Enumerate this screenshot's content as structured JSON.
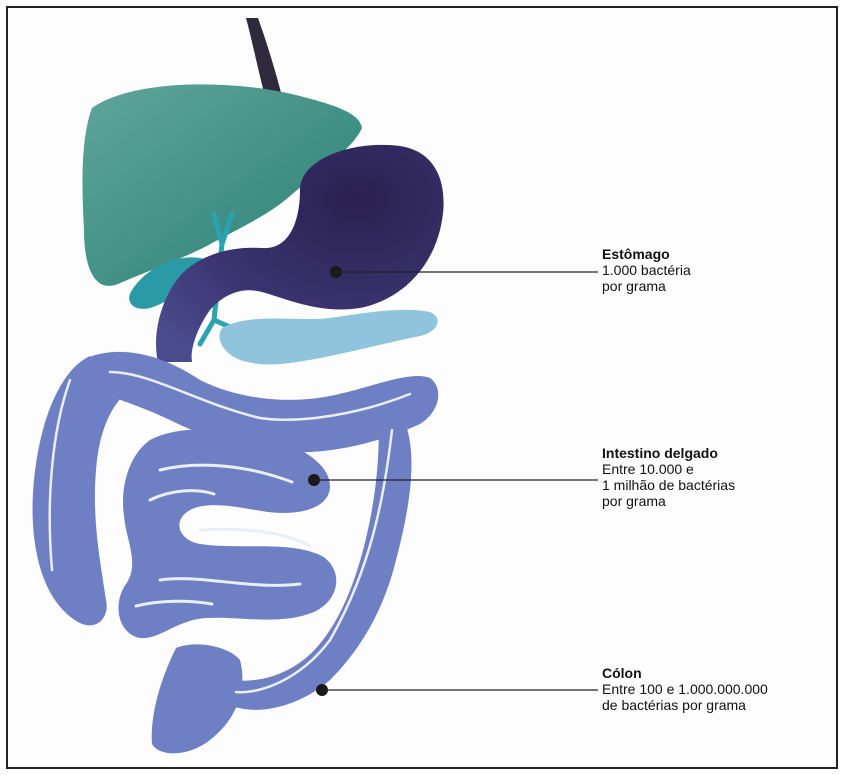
{
  "callouts": {
    "stomach": {
      "title": "Estômago",
      "lines": [
        "1.000 bactéria",
        "por grama"
      ]
    },
    "small_intestine": {
      "title": "Intestino delgado",
      "lines": [
        "Entre 10.000 e",
        "1 milhão de bactérias",
        "por grama"
      ]
    },
    "colon": {
      "title": "Cólon",
      "lines": [
        "Entre 100 e 1.000.000.000",
        "de bactérias por grama"
      ]
    }
  },
  "colors": {
    "liver": "#3f8f84",
    "gallbladder": "#2a9aa6",
    "stomach": "#3b3370",
    "esophagus": "#2f2b3d",
    "pancreas": "#8fc4dc",
    "intestine": "#6e7fc4",
    "bile_duct": "#2aa3b0",
    "leader_line": "#222222"
  }
}
